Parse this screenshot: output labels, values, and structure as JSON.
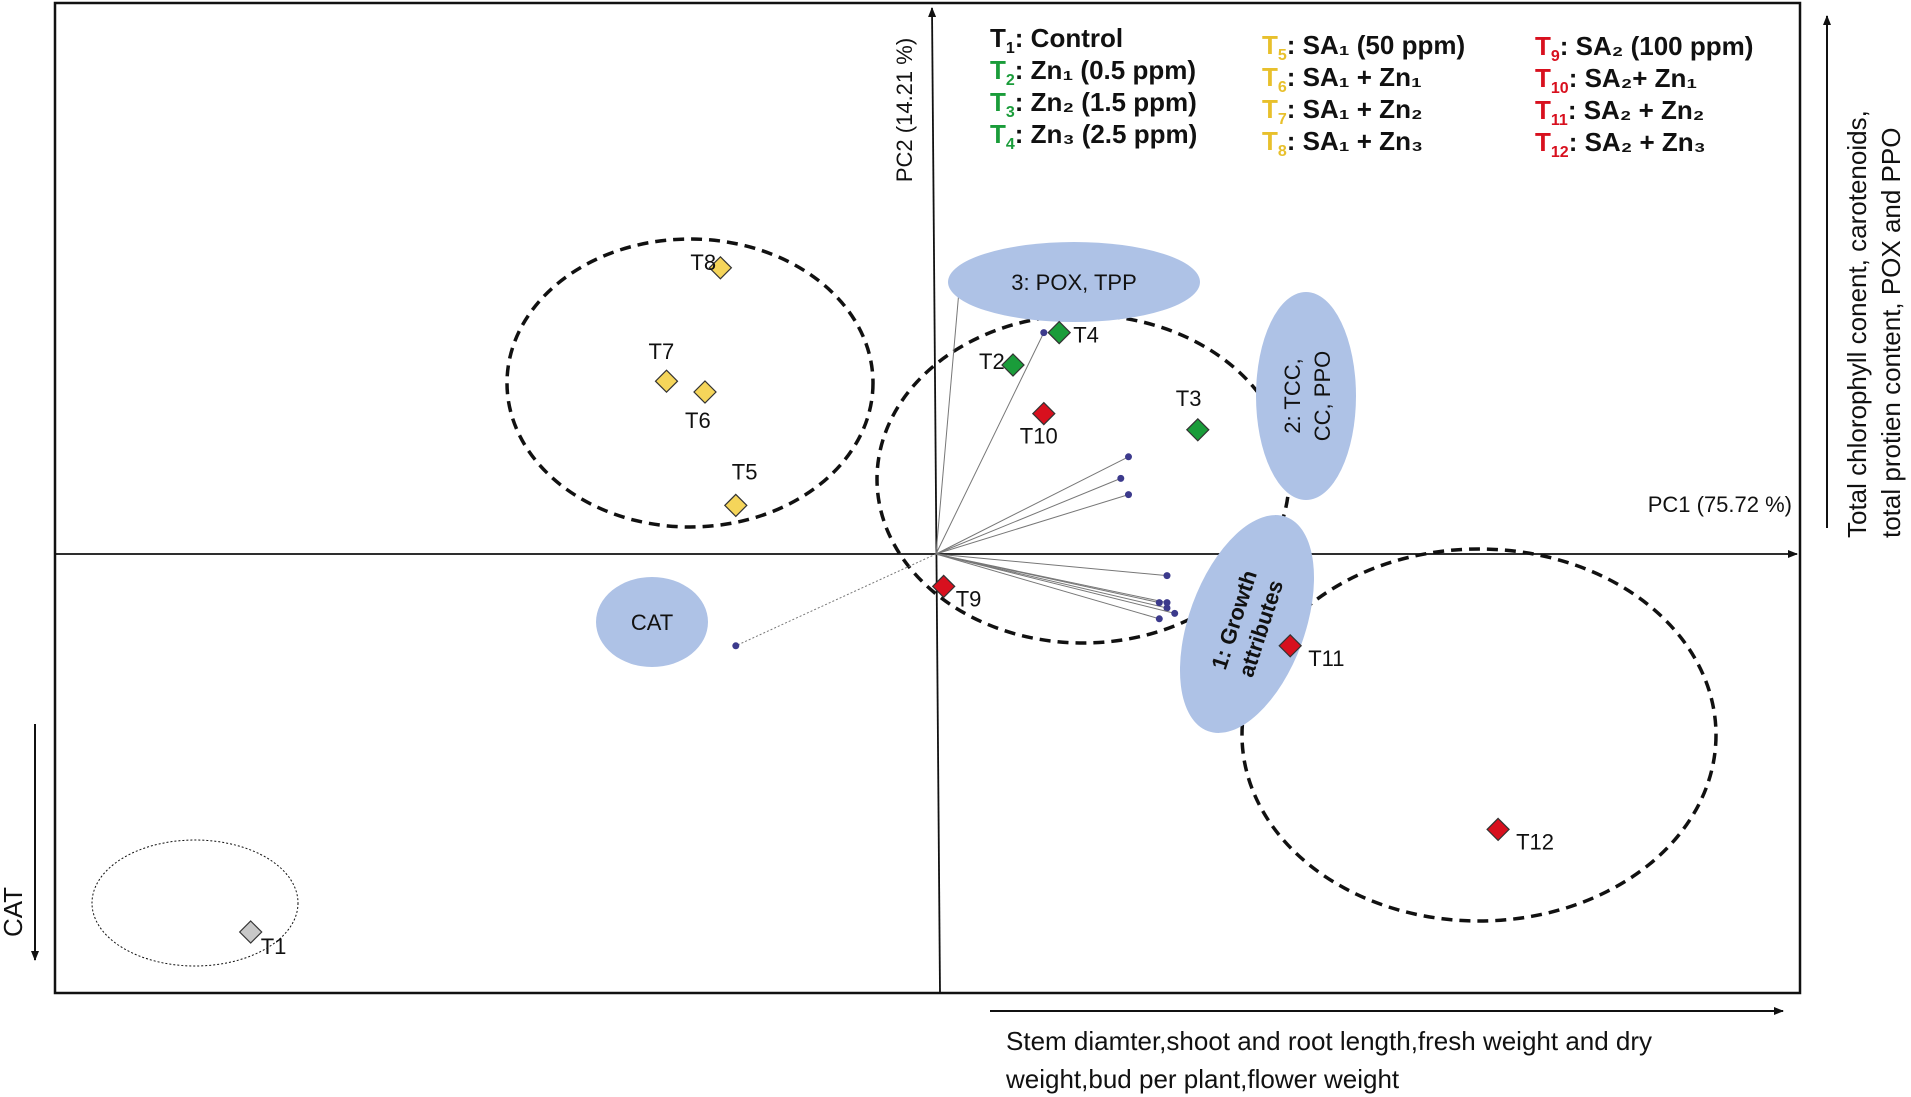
{
  "chart_data": {
    "type": "scatter",
    "title": "",
    "xlabel": "PC1 (75.72 %)",
    "ylabel": "PC2 (14.21 %)",
    "xlim": [
      -10,
      10
    ],
    "ylim": [
      -10,
      10
    ],
    "grid": false,
    "legend_placement": "top",
    "colors": {
      "control": "#c8c8c8",
      "zn": "#1a9c3a",
      "sa1": "#f5d55a",
      "sa2": "#d8101e",
      "loading_point": "#3c3a8c",
      "ellipse_fill": "#aec2e6"
    },
    "legend": [
      {
        "id": "T1",
        "sub": "1",
        "text": ": Control",
        "color": "#111111"
      },
      {
        "id": "T2",
        "sub": "2",
        "text": ": Zn₁ (0.5 ppm)",
        "color": "#1a9c3a"
      },
      {
        "id": "T3",
        "sub": "3",
        "text": ": Zn₂ (1.5 ppm)",
        "color": "#1a9c3a"
      },
      {
        "id": "T4",
        "sub": "4",
        "text": ": Zn₃ (2.5 ppm)",
        "color": "#1a9c3a"
      },
      {
        "id": "T5",
        "sub": "5",
        "text": ": SA₁ (50 ppm)",
        "color": "#e8c02c"
      },
      {
        "id": "T6",
        "sub": "6",
        "text": ": SA₁ + Zn₁",
        "color": "#e8c02c"
      },
      {
        "id": "T7",
        "sub": "7",
        "text": ": SA₁ + Zn₂",
        "color": "#e8c02c"
      },
      {
        "id": "T8",
        "sub": "8",
        "text": ": SA₁ + Zn₃",
        "color": "#e8c02c"
      },
      {
        "id": "T9",
        "sub": "9",
        "text": ": SA₂ (100 ppm)",
        "color": "#d8101e"
      },
      {
        "id": "T10",
        "sub": "10",
        "text": ": SA₂+ Zn₁",
        "color": "#d8101e"
      },
      {
        "id": "T11",
        "sub": "11",
        "text": ": SA₂ + Zn₂",
        "color": "#d8101e"
      },
      {
        "id": "T12",
        "sub": "12",
        "text": ": SA₂ + Zn₃",
        "color": "#d8101e"
      }
    ],
    "points": [
      {
        "label": "T1",
        "x": -8.9,
        "y": -7.0,
        "group": "control"
      },
      {
        "label": "T2",
        "x": 1.0,
        "y": 3.5,
        "group": "zn"
      },
      {
        "label": "T3",
        "x": 3.4,
        "y": 2.3,
        "group": "zn"
      },
      {
        "label": "T4",
        "x": 1.6,
        "y": 4.1,
        "group": "zn"
      },
      {
        "label": "T5",
        "x": -2.6,
        "y": 0.9,
        "group": "sa1"
      },
      {
        "label": "T6",
        "x": -3.0,
        "y": 3.0,
        "group": "sa1"
      },
      {
        "label": "T7",
        "x": -3.5,
        "y": 3.2,
        "group": "sa1"
      },
      {
        "label": "T8",
        "x": -2.8,
        "y": 5.3,
        "group": "sa1"
      },
      {
        "label": "T9",
        "x": 0.1,
        "y": -0.6,
        "group": "sa2"
      },
      {
        "label": "T10",
        "x": 1.4,
        "y": 2.6,
        "group": "sa2"
      },
      {
        "label": "T11",
        "x": 4.6,
        "y": -1.7,
        "group": "sa2"
      },
      {
        "label": "T12",
        "x": 7.3,
        "y": -5.1,
        "group": "sa2"
      }
    ],
    "loadings": [
      {
        "x": 0.3,
        "y": 4.9
      },
      {
        "x": 1.4,
        "y": 4.1
      },
      {
        "x": 2.5,
        "y": 1.8
      },
      {
        "x": 2.4,
        "y": 1.4
      },
      {
        "x": 2.5,
        "y": 1.1
      },
      {
        "x": 3.0,
        "y": -0.4
      },
      {
        "x": 3.0,
        "y": -0.9
      },
      {
        "x": 3.0,
        "y": -1.0
      },
      {
        "x": 3.1,
        "y": -1.1
      },
      {
        "x": 2.9,
        "y": -0.9
      },
      {
        "x": 2.9,
        "y": -1.2
      },
      {
        "x": -2.6,
        "y": -1.7
      }
    ],
    "annotations": {
      "pox": "3: POX, TPP",
      "tcc": [
        "2: TCC,",
        "CC, PPO"
      ],
      "growth": [
        "1: Growth",
        "attributes"
      ],
      "cat": "CAT"
    },
    "side_labels": {
      "right": [
        "Total chlorophyll conent, carotenoids,",
        "total protien content, POX and PPO"
      ],
      "left": "CAT",
      "bottom": [
        "Stem diamter,shoot and root length,fresh weight and dry",
        "weight,bud per plant,flower weight"
      ]
    }
  }
}
